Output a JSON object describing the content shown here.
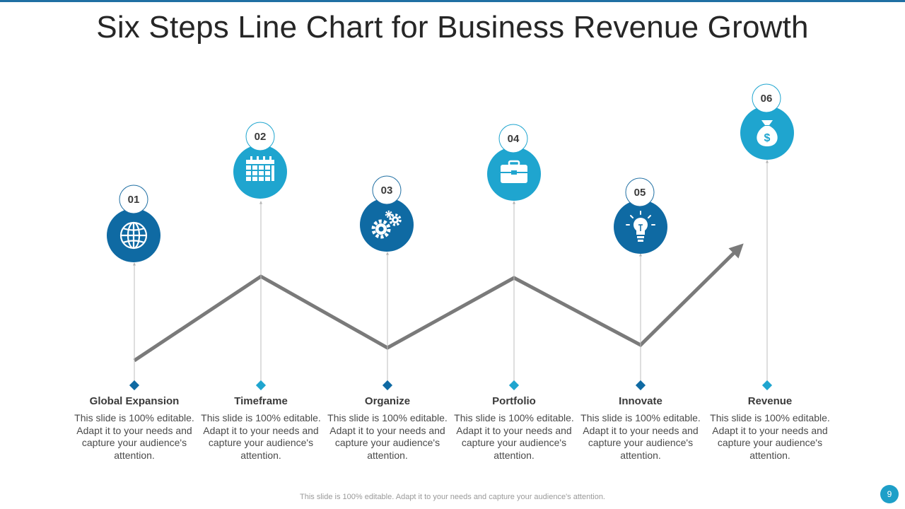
{
  "title": "Six Steps Line Chart for Business Revenue Growth",
  "footer": "This slide is 100% editable. Adapt it to your needs and capture your audience's attention.",
  "page_number": "9",
  "colors": {
    "dark_blue": "#0f6aa3",
    "light_blue": "#1fa5cf",
    "line": "#7a7a7a"
  },
  "steps": [
    {
      "number": "01",
      "label": "Global Expansion",
      "description": "This slide is 100% editable. Adapt it to your needs and capture your audience's attention.",
      "icon": "globe-icon"
    },
    {
      "number": "02",
      "label": "Timeframe",
      "description": "This slide is 100% editable. Adapt it to your needs and capture your audience's attention.",
      "icon": "calendar-icon"
    },
    {
      "number": "03",
      "label": "Organize",
      "description": "This slide is 100% editable. Adapt it to your needs and capture your audience's attention.",
      "icon": "gears-icon"
    },
    {
      "number": "04",
      "label": "Portfolio",
      "description": "This slide is 100% editable. Adapt it to your needs and capture your audience's attention.",
      "icon": "briefcase-icon"
    },
    {
      "number": "05",
      "label": "Innovate",
      "description": "This slide is 100% editable. Adapt it to your needs and capture your audience's attention.",
      "icon": "lightbulb-icon"
    },
    {
      "number": "06",
      "label": "Revenue",
      "description": "This slide is 100% editable. Adapt it to your needs and capture your audience's attention.",
      "icon": "money-bag-icon"
    }
  ]
}
